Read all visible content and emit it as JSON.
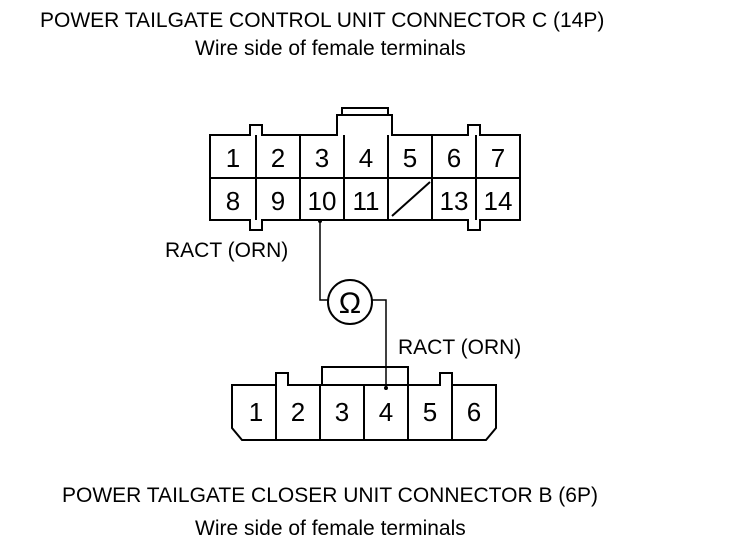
{
  "connector_c": {
    "title": "POWER TAILGATE CONTROL UNIT CONNECTOR C (14P)",
    "subtitle": "Wire side of female terminals",
    "row1": [
      "1",
      "2",
      "3",
      "4",
      "5",
      "6",
      "7"
    ],
    "row2": [
      "8",
      "9",
      "10",
      "11",
      "",
      "13",
      "14"
    ]
  },
  "connector_b": {
    "title": "POWER TAILGATE CLOSER UNIT CONNECTOR B (6P)",
    "subtitle": "Wire side of female terminals",
    "pins": [
      "1",
      "2",
      "3",
      "4",
      "5",
      "6"
    ]
  },
  "wires": {
    "upper_label": "RACT (ORN)",
    "lower_label": "RACT (ORN)"
  },
  "meter": {
    "symbol": "Ω"
  }
}
